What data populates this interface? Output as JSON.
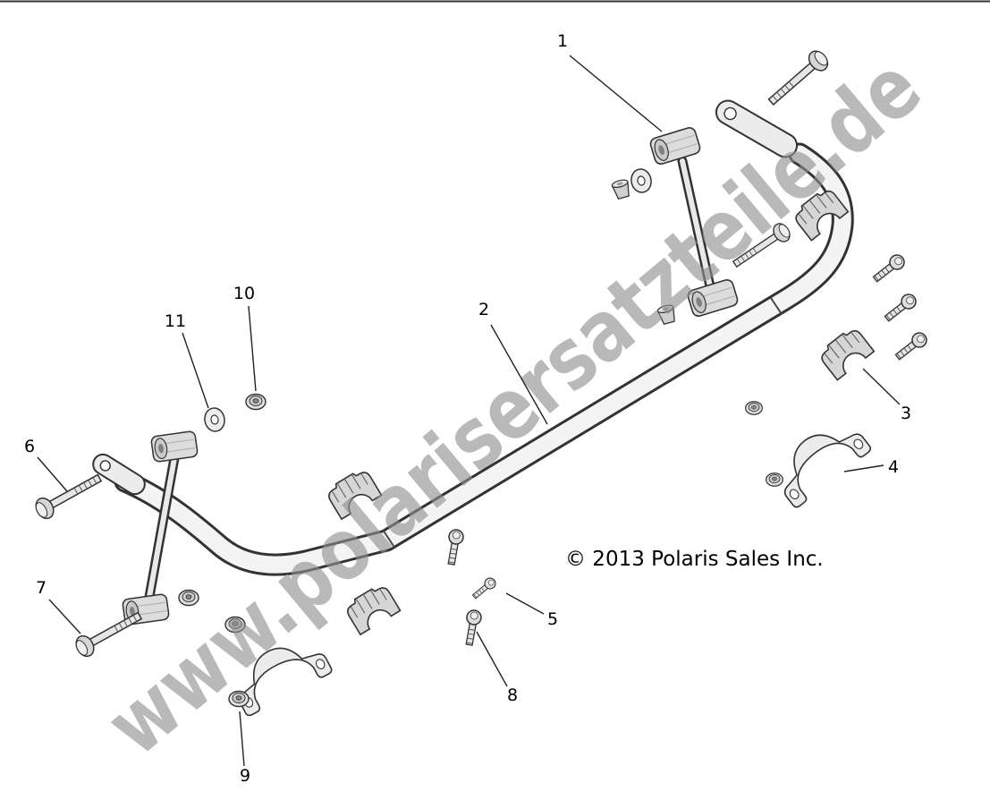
{
  "diagram": {
    "watermark": "www.polarisersatzteile.de",
    "copyright": "© 2013 Polaris Sales Inc.",
    "callouts": [
      {
        "label": "1"
      },
      {
        "label": "2"
      },
      {
        "label": "3"
      },
      {
        "label": "4"
      },
      {
        "label": "5"
      },
      {
        "label": "6"
      },
      {
        "label": "7"
      },
      {
        "label": "8"
      },
      {
        "label": "9"
      },
      {
        "label": "10"
      },
      {
        "label": "11"
      }
    ],
    "colors": {
      "watermark": "#8f8f8f",
      "line": "#2a2a2a",
      "copyright": "#000000"
    }
  }
}
